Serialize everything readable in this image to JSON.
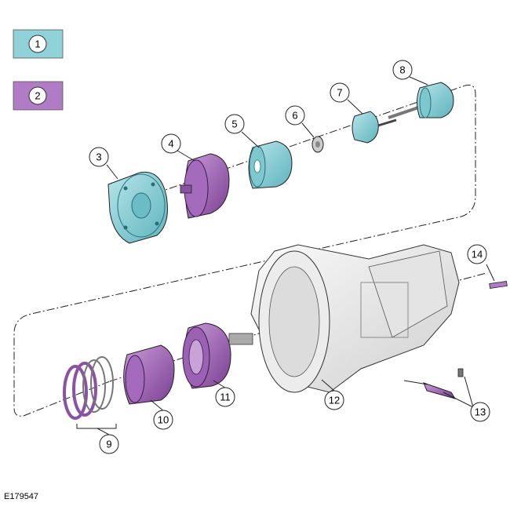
{
  "legend": [
    {
      "number": "1",
      "color": "#8fd3d9"
    },
    {
      "number": "2",
      "color": "#b07cc6"
    }
  ],
  "callouts": [
    "3",
    "4",
    "5",
    "6",
    "7",
    "8",
    "9",
    "10",
    "11",
    "12",
    "13",
    "14"
  ],
  "reference_code": "E179547",
  "colors": {
    "teal": "#8fd3d9",
    "purple": "#b07cc6",
    "housing": "#f2f2f2",
    "outline": "#222222"
  }
}
